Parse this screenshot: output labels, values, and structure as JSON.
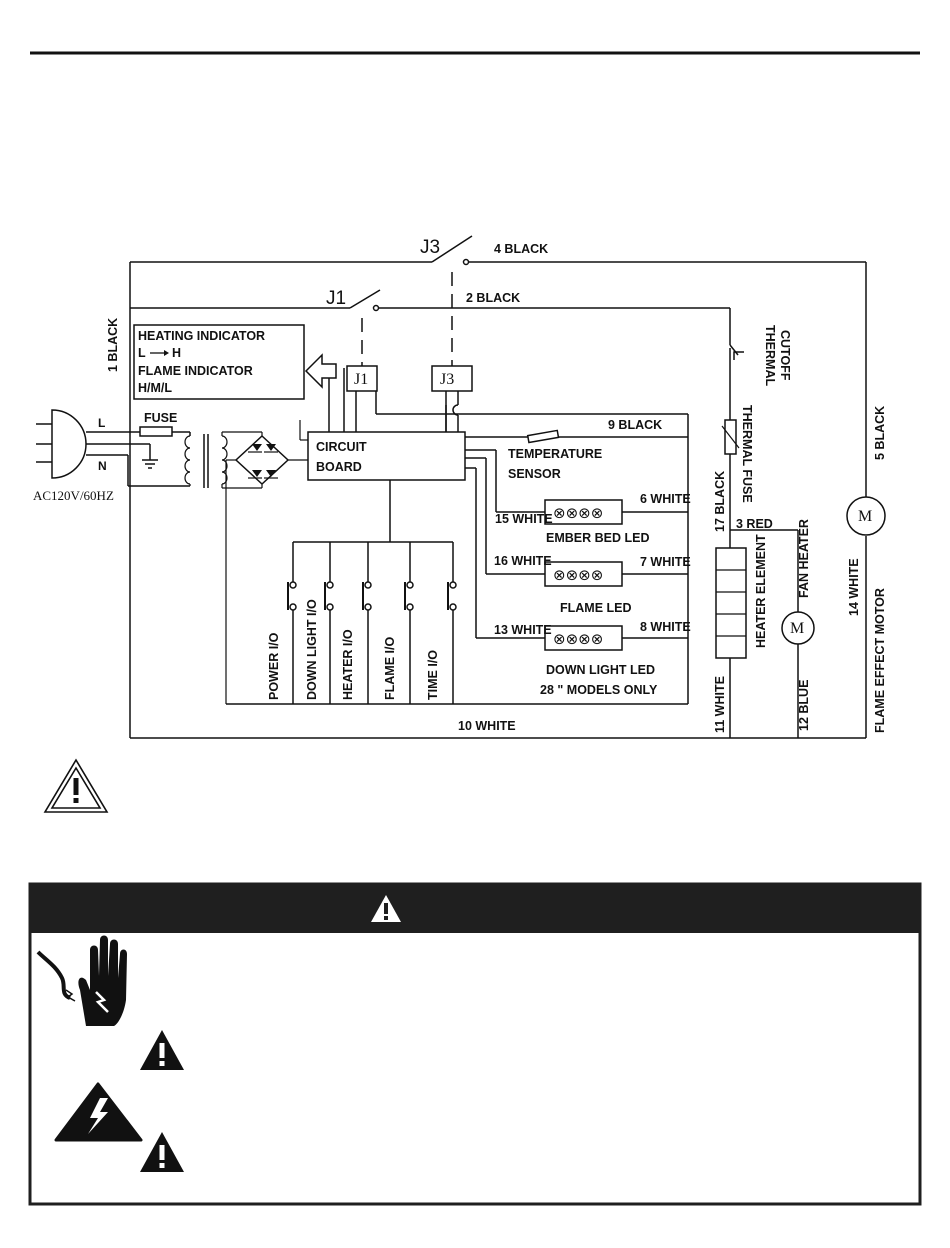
{
  "diagram": {
    "switches": {
      "j3": "J3",
      "j1": "J1"
    },
    "relays": {
      "j1": "J1",
      "j3": "J3"
    },
    "indicator": {
      "line1": "HEATING INDICATOR",
      "line2": "L",
      "line2b": "H",
      "line3": "FLAME INDICATOR",
      "line4": "H/M/L"
    },
    "circuit_board": {
      "line1": "CIRCUIT",
      "line2": "BOARD"
    },
    "power": {
      "l": "L",
      "n": "N",
      "fuse": "FUSE",
      "spec": "AC120V/60HZ"
    },
    "temperature_sensor": {
      "line1": "TEMPERATURE",
      "line2": "SENSOR"
    },
    "wires": {
      "w1": "1 BLACK",
      "w2": "2 BLACK",
      "w3": "3 RED",
      "w4": "4 BLACK",
      "w5": "5 BLACK",
      "w6": "6 WHITE",
      "w7": "7 WHITE",
      "w8": "8 WHITE",
      "w9": "9 BLACK",
      "w10": "10 WHITE",
      "w11": "11 WHITE",
      "w12": "12 BLUE",
      "w13": "13 WHITE",
      "w14": "14 WHITE",
      "w15": "15 WHITE",
      "w16": "16 WHITE",
      "w17": "17 BLACK"
    },
    "leds": {
      "ember": "EMBER BED LED",
      "flame": "FLAME LED",
      "down": "DOWN LIGHT LED",
      "down_note": "28 \" MODELS ONLY",
      "symbol": "⊗⊗⊗⊗"
    },
    "buttons": [
      "POWER I/O",
      "DOWN LIGHT I/O",
      "HEATER I/O",
      "FLAME I/O",
      "TIME I/O"
    ],
    "components": {
      "thermal_cutoff_1": "THERMAL",
      "thermal_cutoff_2": "CUTOFF",
      "thermal_fuse": "THERMAL FUSE",
      "heater_element": "HEATER ELEMENT",
      "fan_heater": "FAN HEATER",
      "flame_effect_motor": "FLAME EFFECT MOTOR",
      "motor_symbol": "M"
    }
  },
  "colors": {
    "ink": "#111111",
    "banner": "#1f1f1f",
    "paper": "#ffffff"
  }
}
